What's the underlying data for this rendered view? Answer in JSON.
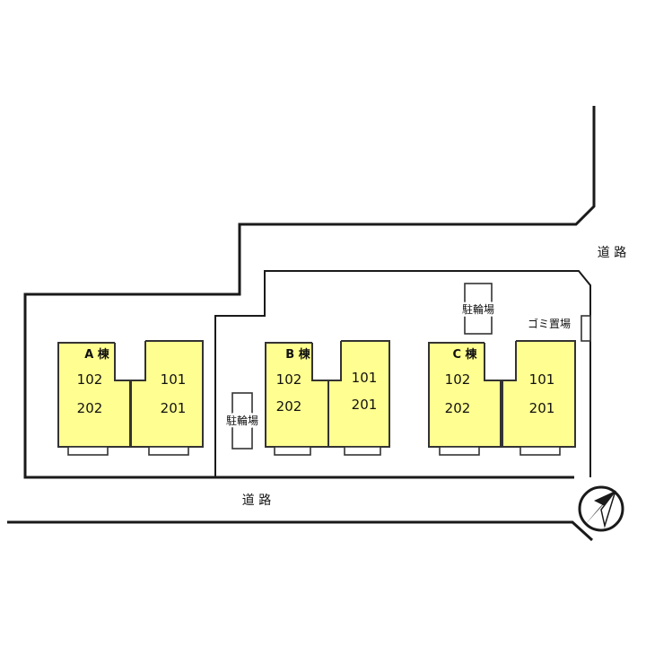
{
  "roads": {
    "east_label": "道 路",
    "south_label": "道 路"
  },
  "facilities": {
    "bike_parking_label": "駐輪場",
    "garbage_label": "ゴミ置場"
  },
  "buildings": [
    {
      "name": "A 棟",
      "units": [
        "102",
        "101",
        "202",
        "201"
      ]
    },
    {
      "name": "B 棟",
      "units": [
        "102",
        "101",
        "202",
        "201"
      ]
    },
    {
      "name": "C 棟",
      "units": [
        "102",
        "101",
        "202",
        "201"
      ]
    }
  ],
  "colors": {
    "building_fill": "#fffe90",
    "line": "#1a1a1a"
  },
  "icons": {
    "north_arrow": "north-arrow-icon"
  }
}
